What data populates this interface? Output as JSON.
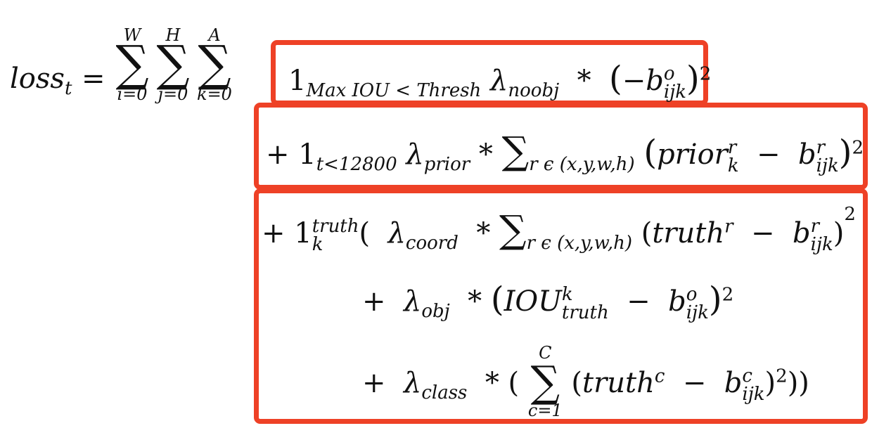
{
  "formula": {
    "lhs": "loss",
    "lhs_sub": "t",
    "equals": "=",
    "sums": [
      {
        "upper": "W",
        "lower": "i=0"
      },
      {
        "upper": "H",
        "lower": "j=0"
      },
      {
        "upper": "A",
        "lower": "k=0"
      }
    ],
    "sigma": "∑",
    "term1": {
      "one": "1",
      "one_sub": "Max IOU < Thresh",
      "lambda": "λ",
      "lambda_sub": "noobj",
      "star": "*",
      "open": "(",
      "minus_b": "−b",
      "b_sup": "o",
      "b_sub": "ijk",
      "close": ")",
      "sq": "2"
    },
    "term2": {
      "plus": "+",
      "one": "1",
      "one_sub": "t<12800",
      "lambda": "λ",
      "lambda_sub": "prior",
      "star": "*",
      "sum_sub": "r ϵ (x,y,w,h)",
      "open": "(",
      "prior": "prior",
      "prior_sup": "r",
      "prior_sub": "k",
      "minus": "−",
      "b": "b",
      "b_sup": "r",
      "b_sub": "ijk",
      "close": ")",
      "sq": "2"
    },
    "term3": {
      "plus": "+",
      "one": "1",
      "one_sup": "truth",
      "one_sub": "k",
      "open": "(",
      "lambda": "λ",
      "lambda_sub": "coord",
      "star": "*",
      "sum_sub": "r ϵ (x,y,w,h)",
      "inner_open": "(",
      "truth": "truth",
      "truth_sup": "r",
      "minus": "−",
      "b": "b",
      "b_sup": "r",
      "b_sub": "ijk",
      "inner_close": ")",
      "sq": "2"
    },
    "term4": {
      "plus": "+",
      "lambda": "λ",
      "lambda_sub": "obj",
      "star": "*",
      "open": "(",
      "iou": "IOU",
      "iou_sup": "k",
      "iou_sub": "truth",
      "minus": "−",
      "b": "b",
      "b_sup": "o",
      "b_sub": "ijk",
      "close": ")",
      "sq": "2"
    },
    "term5": {
      "plus": "+",
      "lambda": "λ",
      "lambda_sub": "class",
      "star": "*",
      "open": "(",
      "sum_upper": "C",
      "sum_lower": "c=1",
      "inner_open": "(",
      "truth": "truth",
      "truth_sup": "c",
      "minus": "−",
      "b": "b",
      "b_sup": "c",
      "b_sub": "ijk",
      "inner_close": ")",
      "sq": "2",
      "close": "))"
    }
  },
  "highlight_color": "#EE4126"
}
